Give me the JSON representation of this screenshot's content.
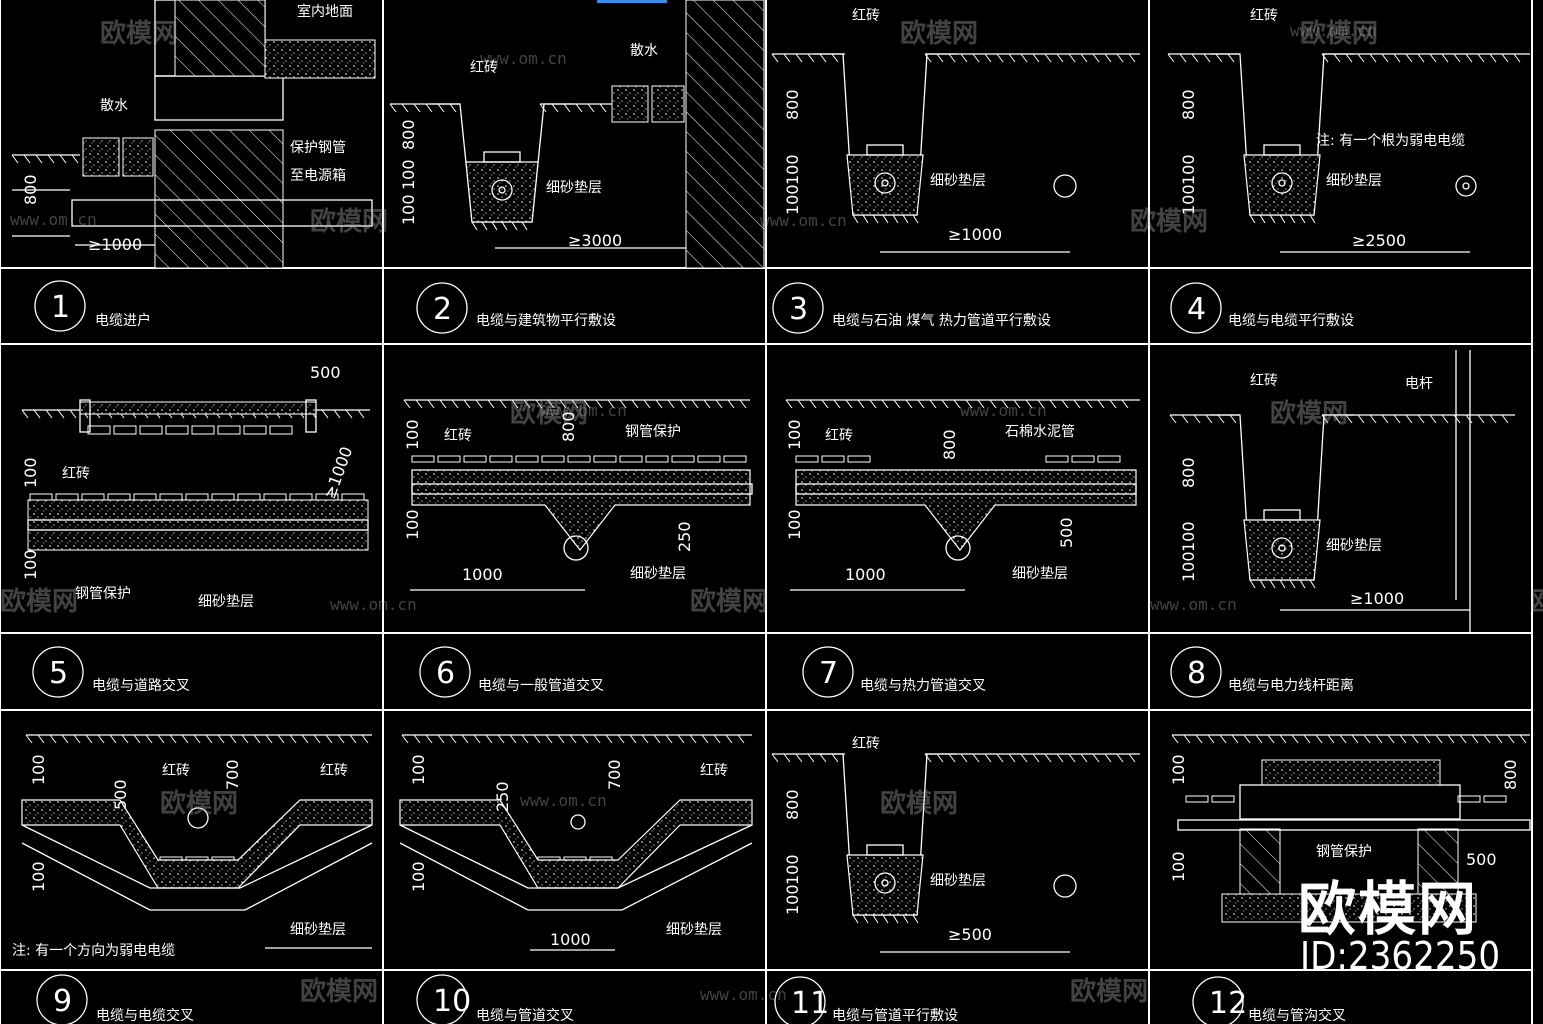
{
  "panels": [
    {
      "num": "1",
      "caption": "电缆进户",
      "labels": [
        "室内地面",
        "散水",
        "保护钢管",
        "至电源箱"
      ],
      "dims": [
        "800",
        "≥1000"
      ]
    },
    {
      "num": "2",
      "caption": "电缆与建筑物平行敷设",
      "labels": [
        "散水",
        "红砖",
        "细砂垫层"
      ],
      "dims": [
        "800",
        "100",
        "100",
        "≥3000"
      ]
    },
    {
      "num": "3",
      "caption": "电缆与石油 煤气 热力管道平行敷设",
      "labels": [
        "红砖",
        "细砂垫层"
      ],
      "dims": [
        "800",
        "100",
        "100",
        "≥1000"
      ]
    },
    {
      "num": "4",
      "caption": "电缆与电缆平行敷设",
      "labels": [
        "红砖",
        "注: 有一个根为弱电电缆",
        "细砂垫层"
      ],
      "dims": [
        "800",
        "100",
        "100",
        "≥2500"
      ]
    },
    {
      "num": "5",
      "caption": "电缆与道路交叉",
      "labels": [
        "红砖",
        "钢管保护",
        "细砂垫层"
      ],
      "dims": [
        "500",
        "≥1000",
        "100",
        "100"
      ]
    },
    {
      "num": "6",
      "caption": "电缆与一般管道交叉",
      "labels": [
        "红砖",
        "钢管保护",
        "细砂垫层"
      ],
      "dims": [
        "100",
        "800",
        "250",
        "1000",
        "100"
      ]
    },
    {
      "num": "7",
      "caption": "电缆与热力管道交叉",
      "labels": [
        "红砖",
        "石棉水泥管",
        "细砂垫层"
      ],
      "dims": [
        "100",
        "800",
        "500",
        "1000",
        "100"
      ]
    },
    {
      "num": "8",
      "caption": "电缆与电力线杆距离",
      "labels": [
        "红砖",
        "电杆",
        "细砂垫层"
      ],
      "dims": [
        "800",
        "100",
        "100",
        "≥1000"
      ]
    },
    {
      "num": "9",
      "caption": "电缆与电缆交叉",
      "labels": [
        "红砖",
        "红砖",
        "细砂垫层",
        "注: 有一个方向为弱电电缆"
      ],
      "dims": [
        "100",
        "500",
        "700",
        "100"
      ]
    },
    {
      "num": "10",
      "caption": "电缆与管道交叉",
      "labels": [
        "红砖",
        "细砂垫层"
      ],
      "dims": [
        "100",
        "250",
        "700",
        "1000",
        "100"
      ]
    },
    {
      "num": "11",
      "caption": "电缆与管道平行敷设",
      "labels": [
        "红砖",
        "细砂垫层"
      ],
      "dims": [
        "800",
        "100",
        "100",
        "≥500"
      ]
    },
    {
      "num": "12",
      "caption": "电缆与管沟交叉",
      "labels": [
        "钢管保护"
      ],
      "dims": [
        "100",
        "800",
        "500",
        "100"
      ]
    }
  ],
  "watermark": {
    "brand": "欧模网",
    "url": "www.om.cn"
  },
  "brand_logo": "欧模网",
  "brand_id": "ID:2362250",
  "colors": {
    "background": "#000000",
    "lines": "#ffffff",
    "watermark": "#bdbdbd",
    "accent": "#3a8ee6"
  }
}
